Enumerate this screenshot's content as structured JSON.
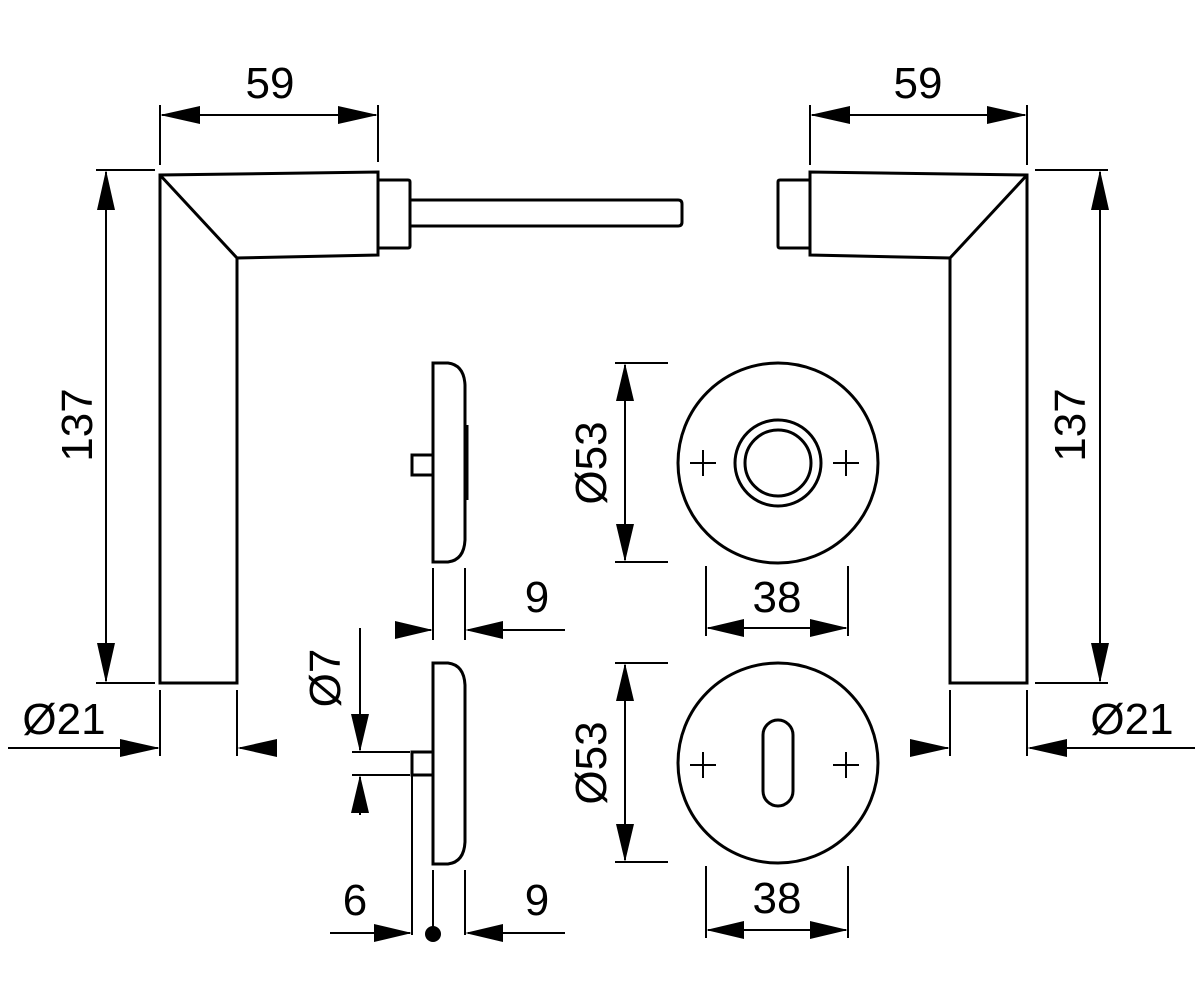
{
  "drawing": {
    "labels": {
      "left_width": "59",
      "right_width": "59",
      "left_height": "137",
      "right_height": "137",
      "left_diameter": "Ø21",
      "right_diameter": "Ø21",
      "rose_top_diameter": "Ø53",
      "rose_bottom_diameter": "Ø53",
      "rose_top_width": "38",
      "rose_bottom_width": "38",
      "side_top_depth": "9",
      "side_bottom_depth": "9",
      "side_bottom_offset": "6",
      "pin_diameter": "Ø7"
    }
  }
}
